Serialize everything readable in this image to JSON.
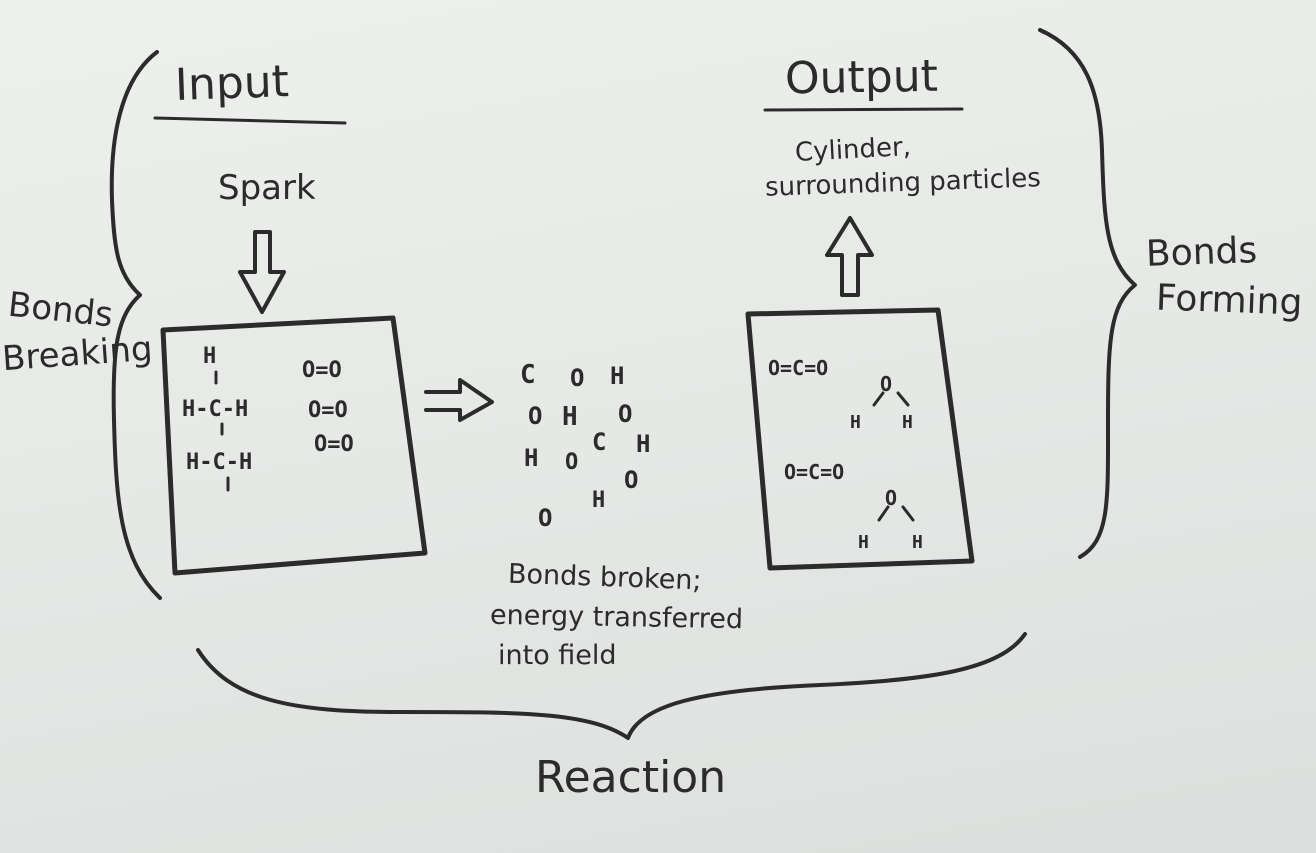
{
  "titles": {
    "input": "Input",
    "output": "Output",
    "reaction": "Reaction"
  },
  "side_labels": {
    "left_line1": "Bonds",
    "left_line2": "Breaking",
    "right_line1": "Bonds",
    "right_line2": "Forming"
  },
  "spark": "Spark",
  "output_note": {
    "line1": "Cylinder,",
    "line2": "surrounding particles"
  },
  "middle_note": {
    "line1": "Bonds broken;",
    "line2": "energy transferred",
    "line3": "into field"
  },
  "input_box": {
    "ethane": [
      "H",
      "H-C-H",
      "H-C-H"
    ],
    "oxygen": [
      "O=O",
      "O=O",
      "O=O"
    ]
  },
  "atoms": [
    "C",
    "O",
    "H",
    "O",
    "H",
    "O",
    "C",
    "H",
    "H",
    "O",
    "H",
    "O",
    "O"
  ],
  "output_box": {
    "co2": [
      "O=C=O",
      "O=C=O"
    ],
    "water": [
      {
        "o": "O",
        "h1": "H",
        "h2": "H"
      },
      {
        "o": "O",
        "h1": "H",
        "h2": "H"
      }
    ]
  }
}
